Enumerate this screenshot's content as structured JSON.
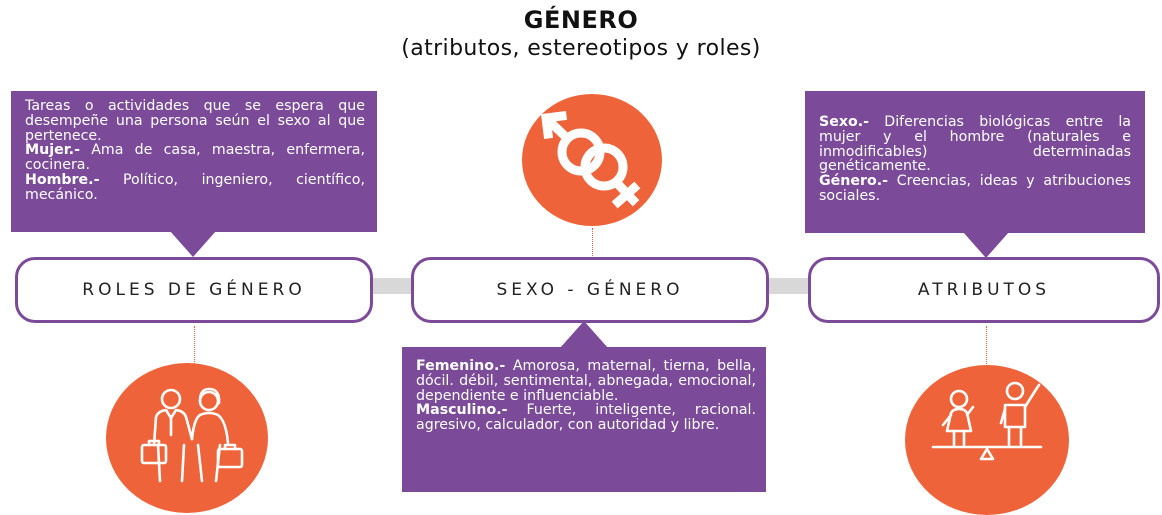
{
  "header": {
    "title": "GÉNERO",
    "subtitle": "(atributos, estereotipos y roles)"
  },
  "nodes": {
    "roles": "ROLES DE GÉNERO",
    "sexo_genero": "SEXO - GÉNERO",
    "atributos": "ATRIBUTOS"
  },
  "callout_left": {
    "intro": "Tareas o actividades que se espera que desempeñe una persona seún el sexo al que pertenece.",
    "mujer_label": "Mujer.-",
    "mujer_text": " Ama de casa, maestra, enfermera, cocinera.",
    "hombre_label": "Hombre.-",
    "hombre_text": " Político, ingeniero, científico, mecánico."
  },
  "callout_right": {
    "sexo_label": "Sexo.-",
    "sexo_text": " Diferencias biológicas entre la mujer y el hombre (naturales e inmodificables) determinadas genéticamente.",
    "genero_label": "Género.-",
    "genero_text": " Creencias, ideas y atribuciones sociales."
  },
  "callout_center": {
    "femenino_label": "Femenino.-",
    "femenino_text": " Amorosa, maternal, tierna, bella, dócil. débil, sentimental, abnegada, emocional, dependiente e influenciable.",
    "masculino_label": "Masculino.-",
    "masculino_text": " Fuerte, inteligente, racional. agresivo, calculador, con autoridad y libre."
  },
  "icons": {
    "center": "gender-symbols-icon",
    "left": "business-couple-icon",
    "right": "equality-balance-icon"
  },
  "colors": {
    "purple": "#7b4b99",
    "orange": "#ee6339",
    "connector": "#d8d8d8"
  }
}
